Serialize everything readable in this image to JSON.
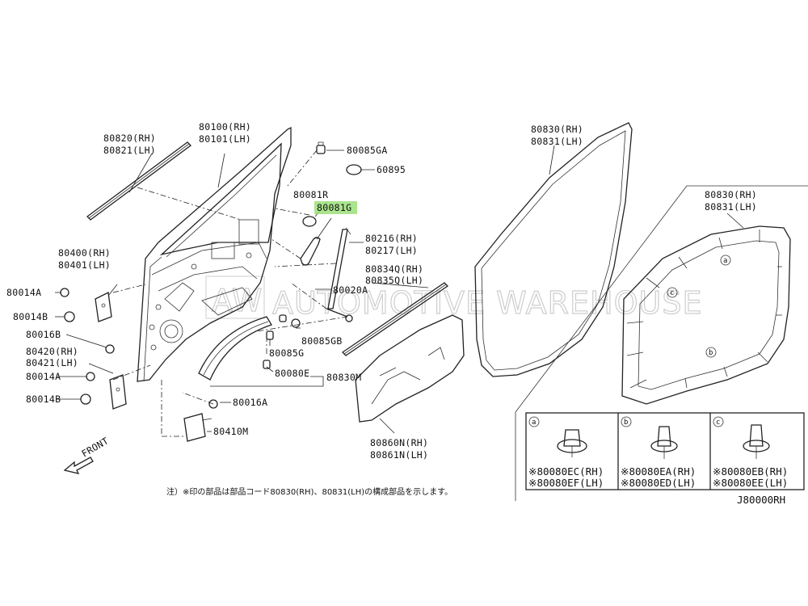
{
  "watermark": {
    "logo_letters": "AW",
    "text": "AUTOMOTIVE WAREHOUSE"
  },
  "labels": {
    "p80820": "80820(RH)",
    "p80821": "80821(LH)",
    "p80100": "80100(RH)",
    "p80101": "80101(LH)",
    "p80085GA": "80085GA",
    "p60895": "60895",
    "p80081R": "80081R",
    "p80081G": "80081G",
    "p80216": "80216(RH)",
    "p80217": "80217(LH)",
    "p80834Q": "80834Q(RH)",
    "p80835Q": "80835Q(LH)",
    "p80020A": "80020A",
    "p80400": "80400(RH)",
    "p80401": "80401(LH)",
    "p80014A_1": "80014A",
    "p80014B_1": "80014B",
    "p80016B": "80016B",
    "p80420": "80420(RH)",
    "p80421": "80421(LH)",
    "p80014A_2": "80014A",
    "p80014B_2": "80014B",
    "p80085GB": "80085GB",
    "p80085G": "80085G",
    "p80080E": "80080E",
    "p80830M": "80830M",
    "p80016A": "80016A",
    "p80410M": "80410M",
    "p80860N": "80860N(RH)",
    "p80861N": "80861N(LH)",
    "p80830_top": "80830(RH)",
    "p80831_top": "80831(LH)",
    "p80830_inset": "80830(RH)",
    "p80831_inset": "80831(LH)",
    "front": "FRONT"
  },
  "clip_details": [
    {
      "letter": "a",
      "code_rh": "※80080EC(RH)",
      "code_lh": "※80080EF(LH)"
    },
    {
      "letter": "b",
      "code_rh": "※80080EA(RH)",
      "code_lh": "※80080ED(LH)"
    },
    {
      "letter": "c",
      "code_rh": "※80080EB(RH)",
      "code_lh": "※80080EE(LH)"
    }
  ],
  "inset_markers": {
    "a": "a",
    "b": "b",
    "c": "c"
  },
  "footnote": "注）※印の部品は部品コード80830(RH)、80831(LH)の構成部品を示します。",
  "diagram_code": "J80000RH",
  "colors": {
    "highlight": "#9be07a",
    "line": "#222222",
    "watermark": "#b9b9b9"
  }
}
